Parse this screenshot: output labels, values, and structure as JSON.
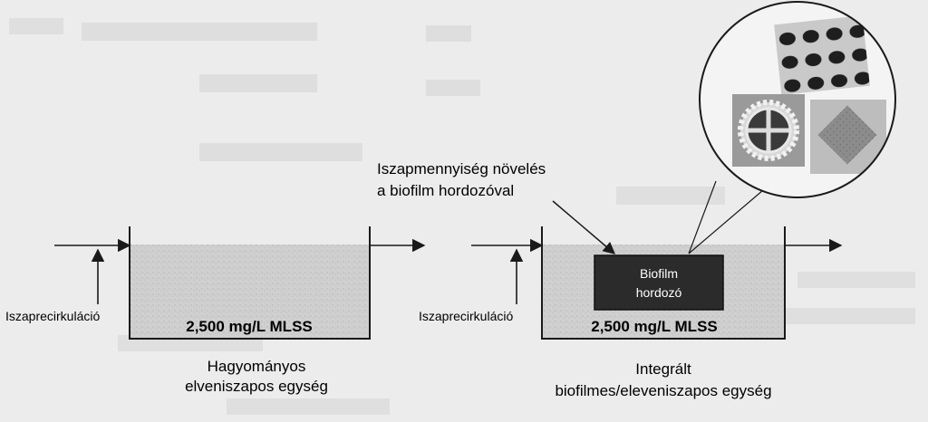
{
  "left_unit": {
    "recirculation_label": "Iszaprecirkuláció",
    "concentration_label": "2,500 mg/L MLSS",
    "caption_line1": "Hagyományos",
    "caption_line2": "elveniszapos egység"
  },
  "right_unit": {
    "recirculation_label": "Iszaprecirkuláció",
    "concentration_label": "2,500 mg/L MLSS",
    "carrier_box_line1": "Biofilm",
    "carrier_box_line2": "hordozó",
    "annotation_line1": "Iszapmennyiség növelés",
    "annotation_line2": "a biofilm hordozóval",
    "caption_line1": "Integrált",
    "caption_line2": "biofilmes/eleveniszapos egység"
  },
  "inset": {
    "title": "Biofilm hordozók"
  },
  "colors": {
    "background": "#ececec",
    "tank_fill": "#cfcfcf",
    "carrier_box": "#2b2b2b",
    "line": "#1a1a1a"
  }
}
